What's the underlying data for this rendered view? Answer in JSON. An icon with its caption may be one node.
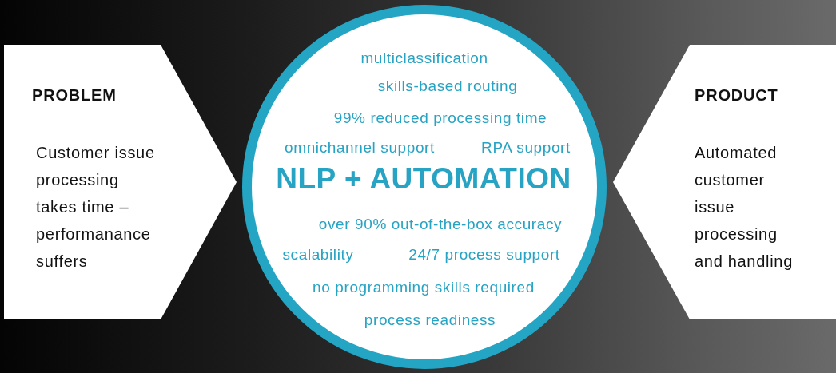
{
  "diagram": {
    "nodes": [
      {
        "text": [
          "PROBLEM",
          "Customer issue processing takes time – performanance suffers"
        ]
      },
      {
        "text": [
          "multiclassification",
          "skills-based routing",
          "99% reduced processing time",
          "omnichannel support",
          "RPA support",
          "NLP + AUTOMATION",
          "over 90% out-of-the-box accuracy",
          "scalability",
          "24/7 process support",
          "no programming skills required",
          "process readiness"
        ]
      },
      {
        "text": [
          "PRODUCT",
          "Automated customer issue processing and handling"
        ]
      }
    ]
  }
}
